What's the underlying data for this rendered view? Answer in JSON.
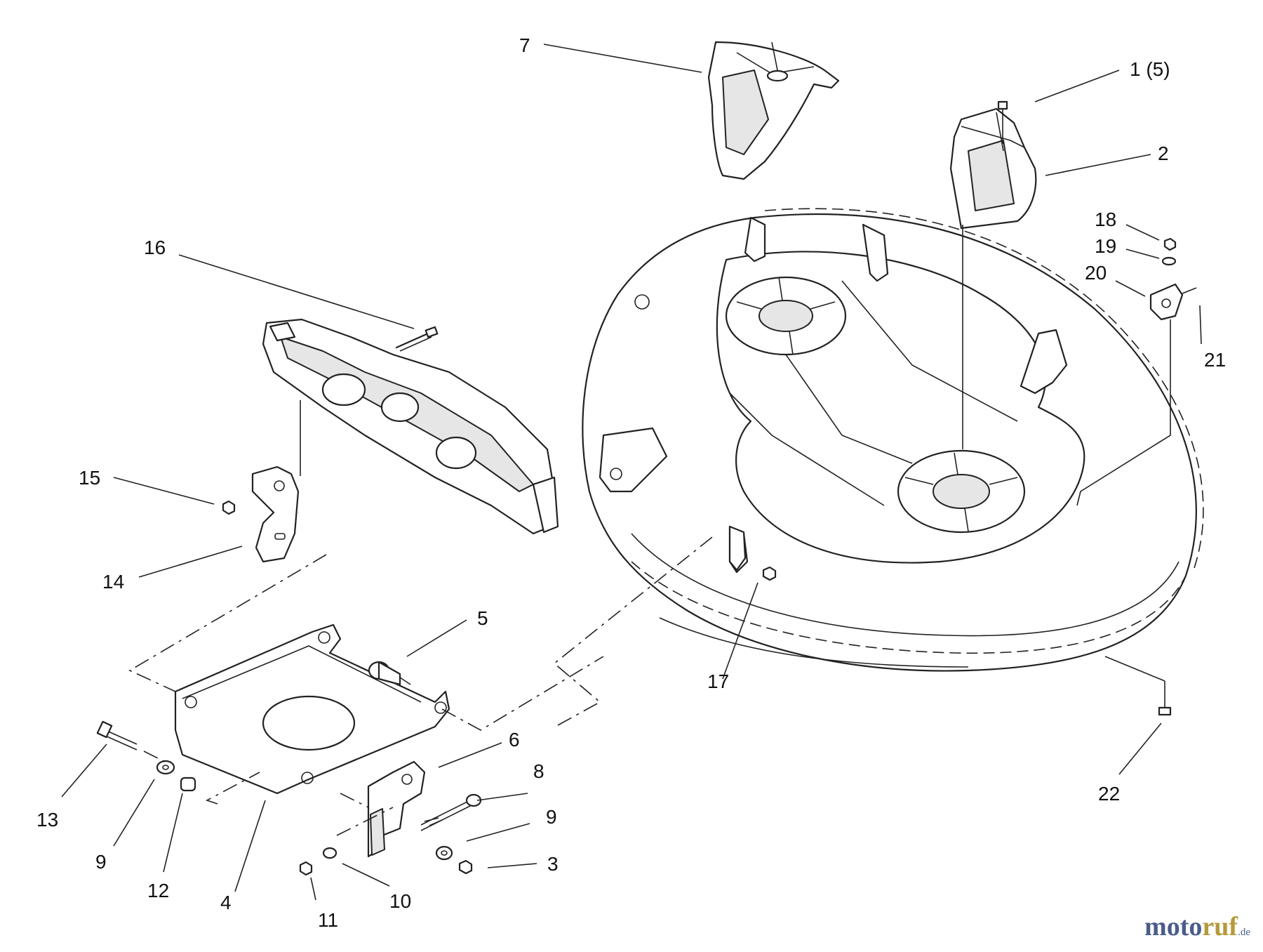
{
  "callouts": {
    "c1": "1 (5)",
    "c2": "2",
    "c3": "3",
    "c4": "4",
    "c5": "5",
    "c6": "6",
    "c7": "7",
    "c8": "8",
    "c9a": "9",
    "c9b": "9",
    "c10": "10",
    "c11": "11",
    "c12": "12",
    "c13": "13",
    "c14": "14",
    "c15": "15",
    "c16": "16",
    "c17": "17",
    "c18": "18",
    "c19": "19",
    "c20": "20",
    "c21": "21",
    "c22": "22"
  },
  "watermark": {
    "part1": "moto",
    "part2": "ruf",
    "part3": ".de"
  },
  "colors": {
    "line": "#222222",
    "background": "#ffffff",
    "watermark_blue": "#4a5d8a",
    "watermark_gold": "#b49a3b"
  }
}
